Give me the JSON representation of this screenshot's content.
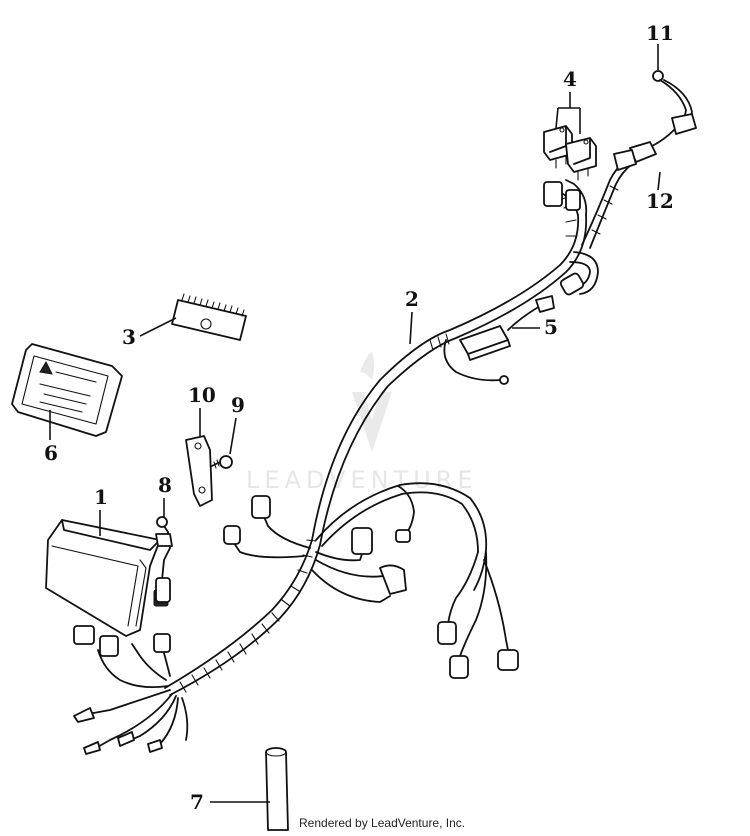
{
  "diagram": {
    "callouts": [
      {
        "id": "1",
        "label": "1"
      },
      {
        "id": "2",
        "label": "2"
      },
      {
        "id": "3",
        "label": "3"
      },
      {
        "id": "4",
        "label": "4"
      },
      {
        "id": "5",
        "label": "5"
      },
      {
        "id": "6",
        "label": "6"
      },
      {
        "id": "7",
        "label": "7"
      },
      {
        "id": "8",
        "label": "8"
      },
      {
        "id": "9",
        "label": "9"
      },
      {
        "id": "10",
        "label": "10"
      },
      {
        "id": "11",
        "label": "11"
      },
      {
        "id": "12",
        "label": "12"
      }
    ],
    "watermark": {
      "text": "LEADVENTURE"
    },
    "footer": {
      "text": "Rendered by LeadVenture, Inc."
    }
  }
}
